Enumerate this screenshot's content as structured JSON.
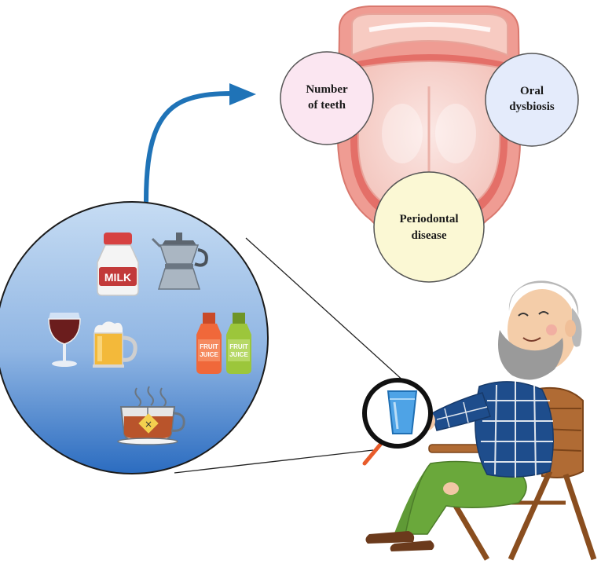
{
  "oral_outcomes": {
    "number_of_teeth": {
      "line1": "Number",
      "line2": "of teeth",
      "fill": "#fbe6f1"
    },
    "oral_dysbiosis": {
      "line1": "Oral",
      "line2": "dysbiosis",
      "fill": "#e4ebfb"
    },
    "periodontal_disease": {
      "line1": "Periodontal",
      "line2": "disease",
      "fill": "#fbf8d4"
    }
  },
  "beverages": {
    "milk_label": "MILK",
    "juice_1_line1": "FRUIT",
    "juice_1_line2": "JUICE",
    "juice_2_line1": "FRUIT",
    "juice_2_line2": "JUICE",
    "items": [
      "milk-bottle-icon",
      "moka-pot-icon",
      "wine-glass-icon",
      "beer-mug-icon",
      "fruit-juice-bottle-icon",
      "fruit-juice-bottle-icon",
      "tea-cup-icon"
    ]
  },
  "colors": {
    "arrow": "#1f73b7",
    "circle_top": "#b9d2ee",
    "circle_bottom": "#2f6fc0",
    "juice_orange": "#f0683a",
    "juice_green": "#9cc63b",
    "shirt": "#1e4d8c",
    "pants": "#5f9a36"
  }
}
